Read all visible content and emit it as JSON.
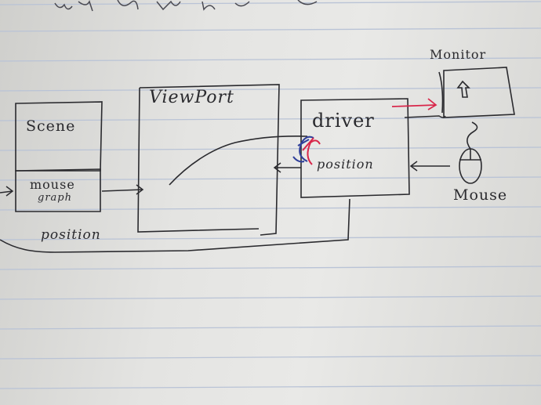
{
  "sketch": {
    "labels": {
      "viewport": "ViewPort",
      "scene": "Scene",
      "scene_mouse": "mouse",
      "scene_graph": "graph",
      "driver": "driver",
      "driver_position": "position",
      "monitor": "Monitor",
      "mouse_device": "Mouse",
      "feedback_position": "position"
    },
    "colors": {
      "ink": "#2a2a2e",
      "red_ink": "#d8264a",
      "blue_ink": "#2f3f9a",
      "paper": "#e6e6e4",
      "rule_line": "#b9c3d6"
    },
    "icons": [
      "arrow-cursor-icon",
      "mouse-device-icon"
    ]
  }
}
